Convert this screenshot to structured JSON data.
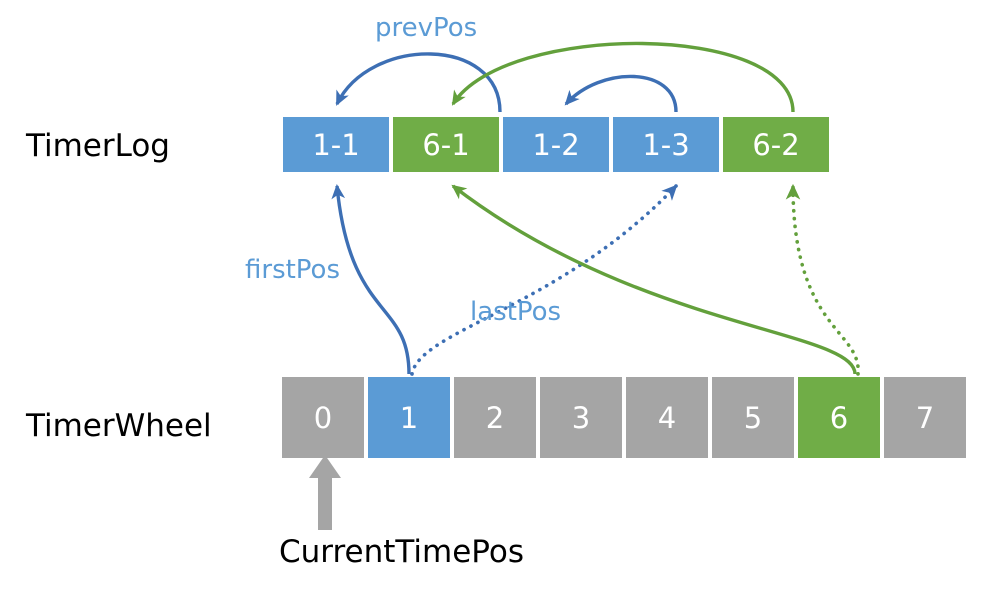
{
  "diagram": {
    "title_not_shown": "",
    "colors": {
      "blue": "#5B9BD5",
      "green": "#70AD47",
      "gray": "#A5A5A5",
      "text_dark": "#000000",
      "label_blue": "#5B9BD5"
    }
  },
  "rows": {
    "timerlog": {
      "label": "TimerLog",
      "boxes": [
        {
          "text": "1-1",
          "color": "blue"
        },
        {
          "text": "6-1",
          "color": "green"
        },
        {
          "text": "1-2",
          "color": "blue"
        },
        {
          "text": "1-3",
          "color": "blue"
        },
        {
          "text": "6-2",
          "color": "green"
        }
      ]
    },
    "timerwheel": {
      "label": "TimerWheel",
      "cells": [
        {
          "text": "0",
          "color": "gray"
        },
        {
          "text": "1",
          "color": "blue"
        },
        {
          "text": "2",
          "color": "gray"
        },
        {
          "text": "3",
          "color": "gray"
        },
        {
          "text": "4",
          "color": "gray"
        },
        {
          "text": "5",
          "color": "gray"
        },
        {
          "text": "6",
          "color": "green"
        },
        {
          "text": "7",
          "color": "gray"
        }
      ]
    }
  },
  "annotations": {
    "prev_pos": "prevPos",
    "first_pos": "firstPos",
    "last_pos": "lastPos",
    "current_time_pos": "CurrentTimePos"
  }
}
